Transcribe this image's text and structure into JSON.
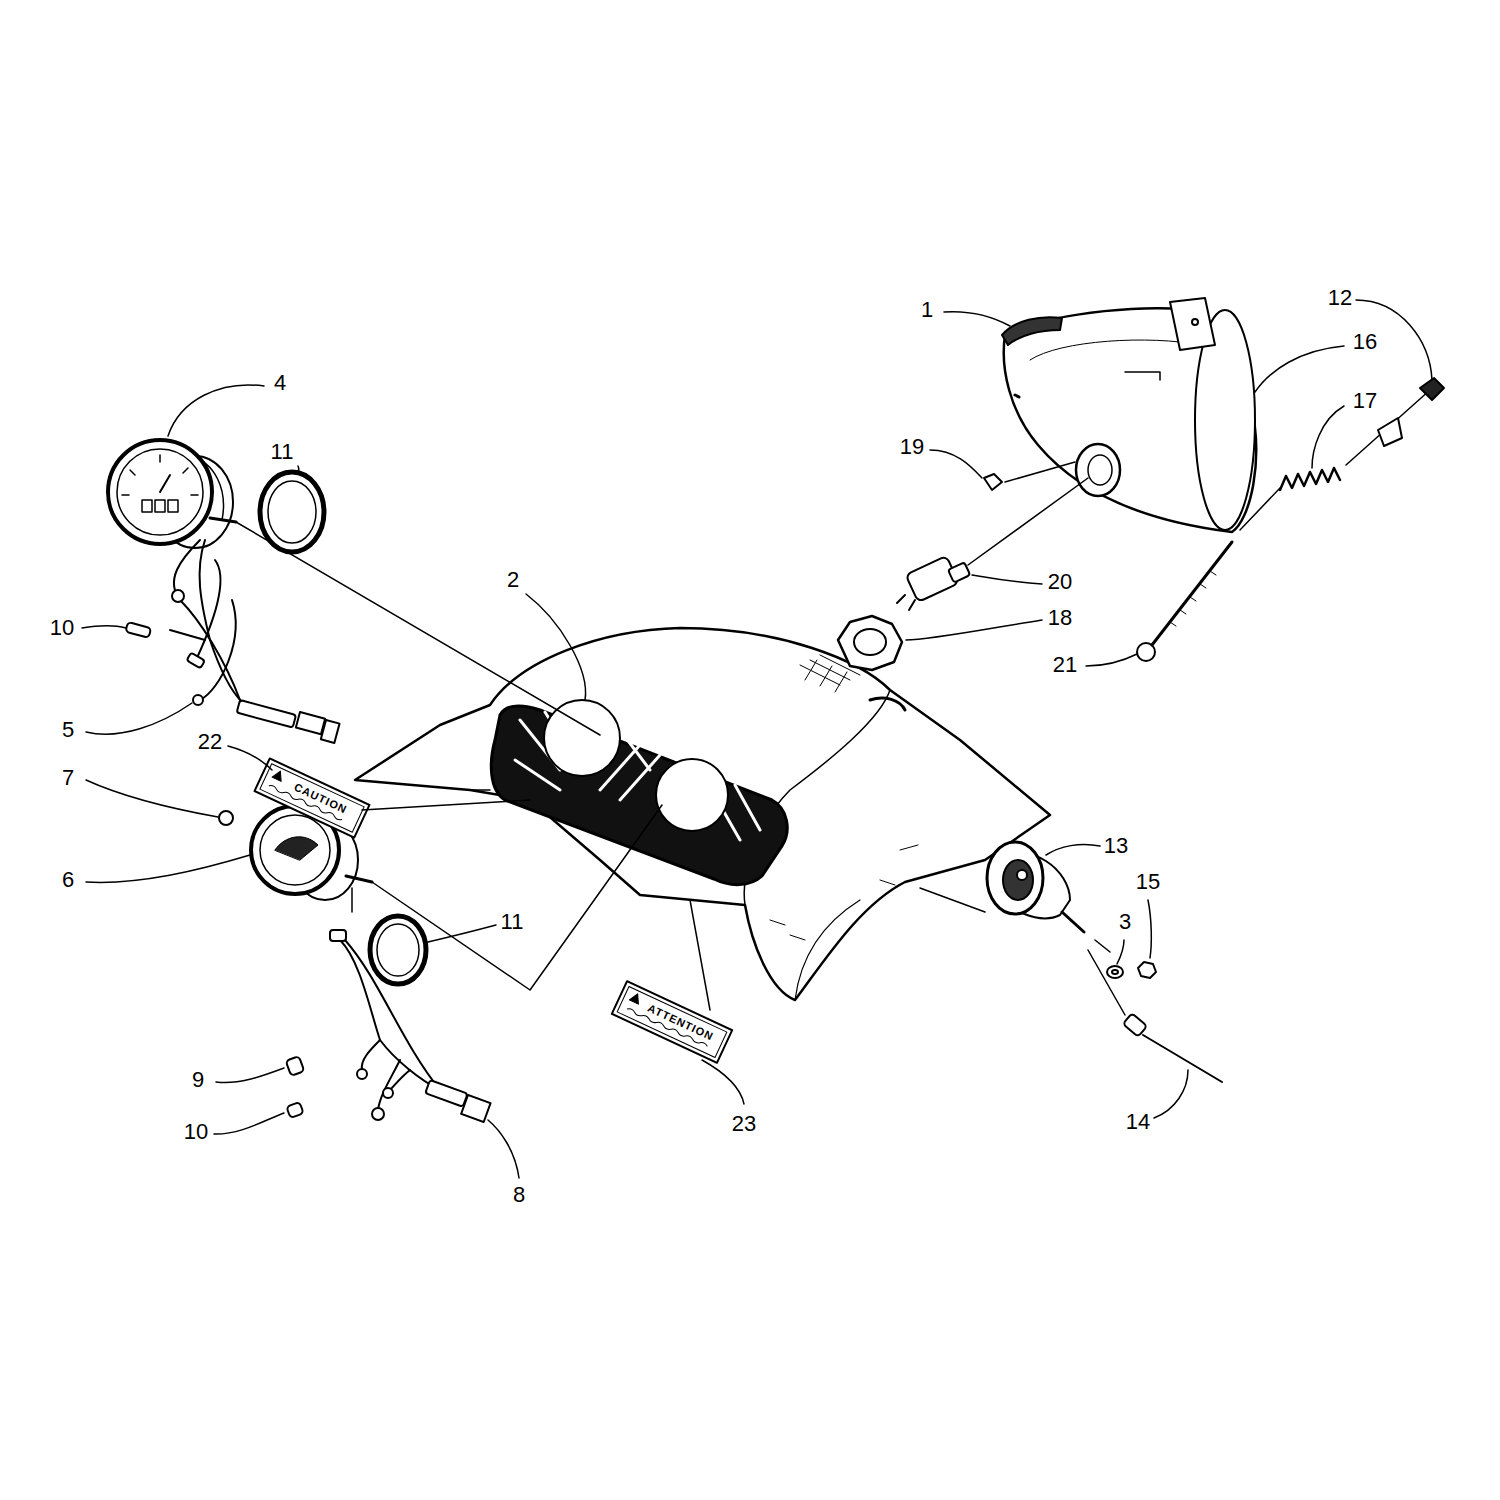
{
  "diagram": {
    "labels": [
      "1",
      "12",
      "4",
      "16",
      "11",
      "17",
      "19",
      "2",
      "10",
      "20",
      "18",
      "21",
      "5",
      "22",
      "CAUTION",
      "7",
      "13",
      "6",
      "15",
      "11",
      "3",
      "9",
      "23",
      "ATTENTION",
      "14",
      "10",
      "8"
    ]
  }
}
